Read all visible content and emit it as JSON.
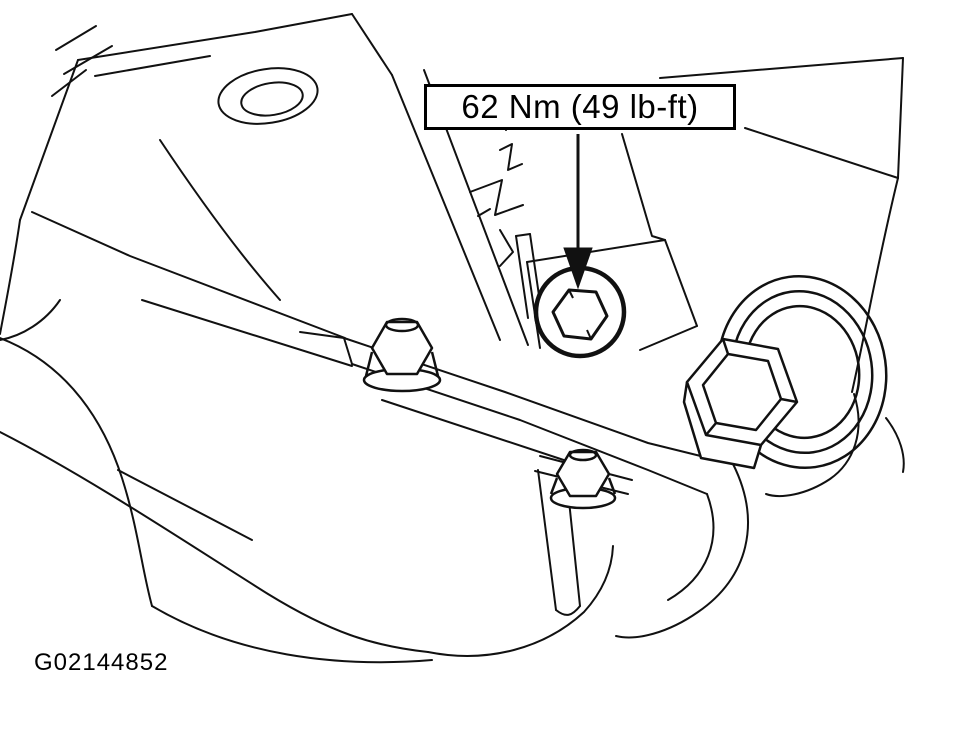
{
  "diagram": {
    "type": "technical-line-drawing",
    "callout": {
      "label": "62 Nm (49 lb-ft)"
    },
    "figure_id": "G02144852",
    "colors": {
      "line": "#111111",
      "background": "#ffffff",
      "callout_border": "#000000",
      "text": "#000000"
    },
    "parts": [
      "drain-plug",
      "hex-bolt",
      "flange-nut-upper",
      "flange-nut-lower",
      "transmission-case",
      "oil-pan",
      "crossmember"
    ]
  }
}
